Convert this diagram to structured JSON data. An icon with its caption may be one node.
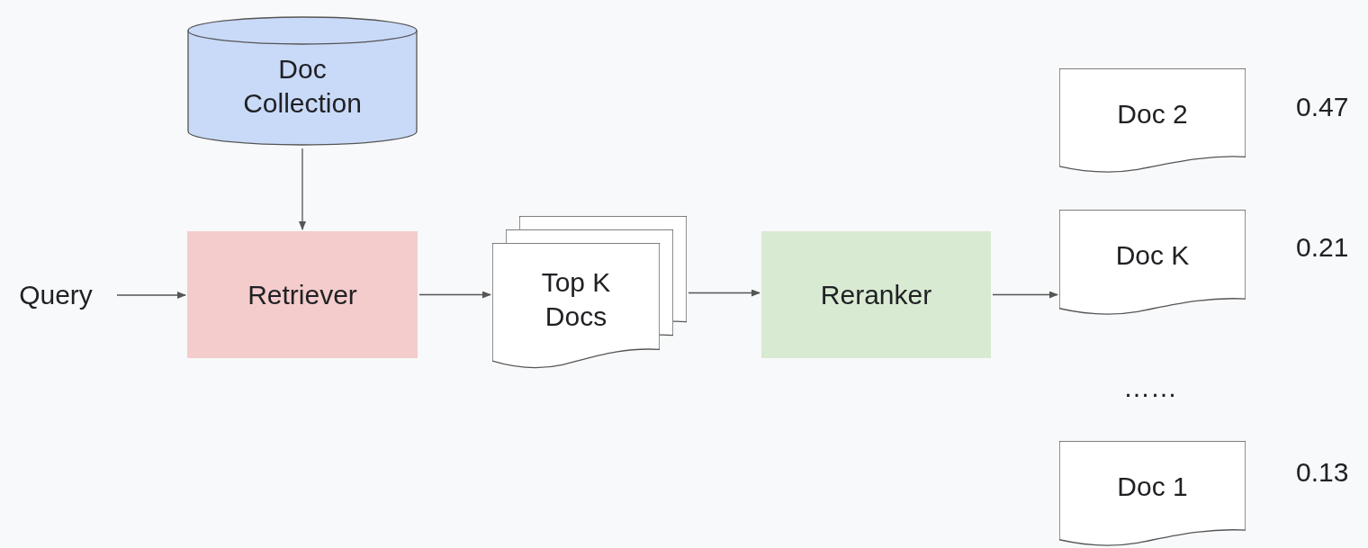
{
  "diagram": {
    "nodes": [
      {
        "text": [
          "Doc Collection"
        ]
      },
      {
        "text": [
          "Query"
        ]
      },
      {
        "text": [
          "Retriever"
        ]
      },
      {
        "text": [
          "Top K Docs"
        ]
      },
      {
        "text": [
          "Reranker"
        ]
      },
      {
        "text": [
          "Doc 2"
        ],
        "beside": [
          "0.47"
        ]
      },
      {
        "text": [
          "Doc K"
        ],
        "beside": [
          "0.21"
        ]
      },
      {
        "text": [
          "Doc 1"
        ],
        "beside": [
          "0.13"
        ]
      }
    ],
    "edges": [
      {
        "from": 0,
        "to": 2,
        "arrow": "to"
      },
      {
        "from": 1,
        "to": 2,
        "arrow": "to"
      },
      {
        "from": 2,
        "to": 3,
        "arrow": "to"
      },
      {
        "from": 3,
        "to": 4,
        "arrow": "to"
      },
      {
        "from": 4,
        "to": 6,
        "arrow": "to"
      }
    ],
    "labels": [
      "……"
    ]
  }
}
